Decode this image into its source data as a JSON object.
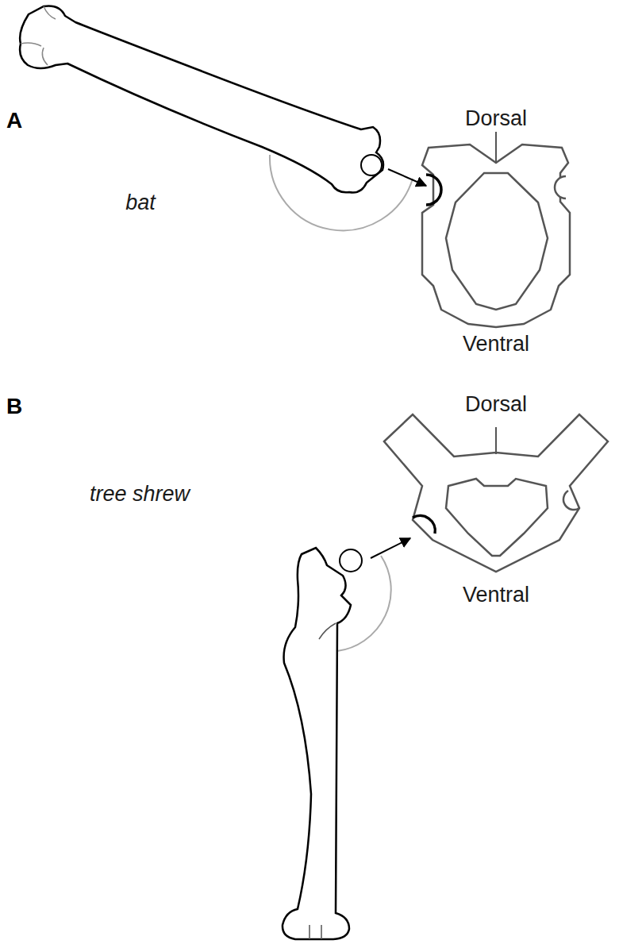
{
  "diagram": {
    "labels": [
      "A",
      "bat",
      "Dorsal",
      "Ventral",
      "B",
      "tree shrew",
      "Dorsal",
      "Ventral"
    ]
  }
}
